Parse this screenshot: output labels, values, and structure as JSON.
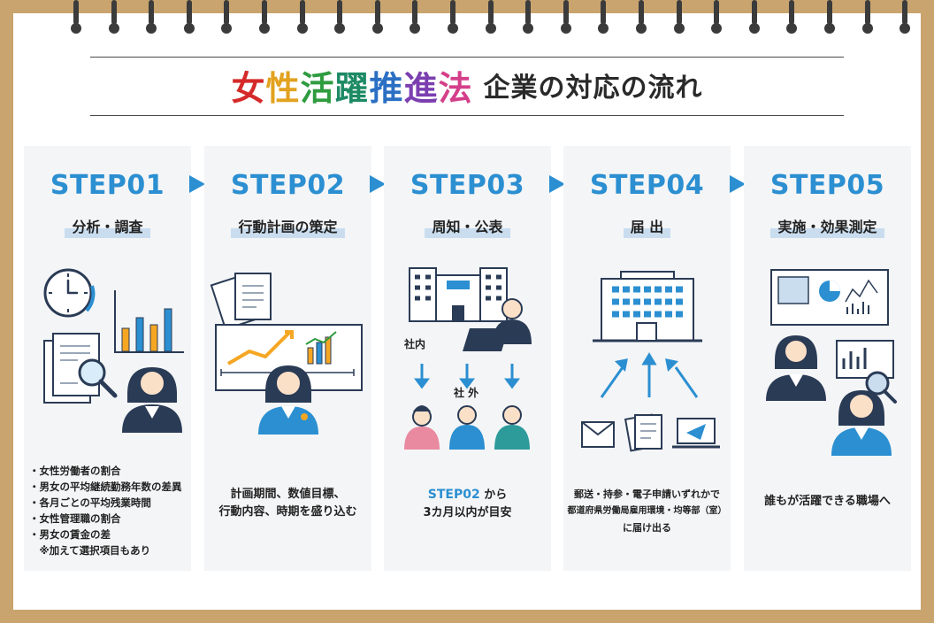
{
  "title": {
    "main": "女性活躍推進法",
    "main_chars": [
      "女",
      "性",
      "活",
      "躍",
      "推",
      "進",
      "法"
    ],
    "main_colors": [
      "#d52a2a",
      "#e2a21f",
      "#2e9b3f",
      "#1d8a64",
      "#2b6fc3",
      "#7b3fb0",
      "#d43f8a"
    ],
    "sub": "企業の対応の流れ"
  },
  "steps": [
    {
      "label": "STEP01",
      "subtitle": "分析・調査",
      "items": [
        "・女性労働者の割合",
        "・男女の平均継続勤務年数の差異",
        "・各月ごとの平均残業時間",
        "・女性管理職の割合",
        "・男女の賃金の差",
        "　※加えて選択項目もあり"
      ]
    },
    {
      "label": "STEP02",
      "subtitle": "行動計画の策定",
      "desc": [
        "計画期間、数値目標、",
        "行動内容、時期を盛り込む"
      ]
    },
    {
      "label": "STEP03",
      "subtitle": "周知・公表",
      "internal_label": "社内",
      "external_label": "社 外",
      "desc_highlight": "STEP02",
      "desc_line1_rest": " から",
      "desc_line2": "3カ月以内が目安"
    },
    {
      "label": "STEP04",
      "subtitle": "届 出",
      "desc": [
        "郵送・持参・電子申請いずれかで",
        "都道府県労働局雇用環境・均等部（室）",
        "に届け出る"
      ]
    },
    {
      "label": "STEP05",
      "subtitle": "実施・効果測定",
      "desc": [
        "誰もが活躍できる職場へ"
      ]
    }
  ],
  "colors": {
    "accent": "#2b8fd1",
    "frame": "#c9a46e",
    "panel": "#f4f5f7"
  },
  "icons": {
    "step1": [
      "clock-icon",
      "bar-chart-icon",
      "document-search-icon",
      "businesswoman-icon"
    ],
    "step2": [
      "documents-icon",
      "growth-chart-board-icon",
      "businesswoman-icon"
    ],
    "step3": [
      "office-building-icon",
      "presenter-laptop-icon",
      "people-icon"
    ],
    "step4": [
      "government-building-icon",
      "mail-icon",
      "documents-icon",
      "laptop-submit-icon"
    ],
    "step5": [
      "dashboard-icon",
      "businesswoman-icon",
      "analysis-icon"
    ]
  }
}
